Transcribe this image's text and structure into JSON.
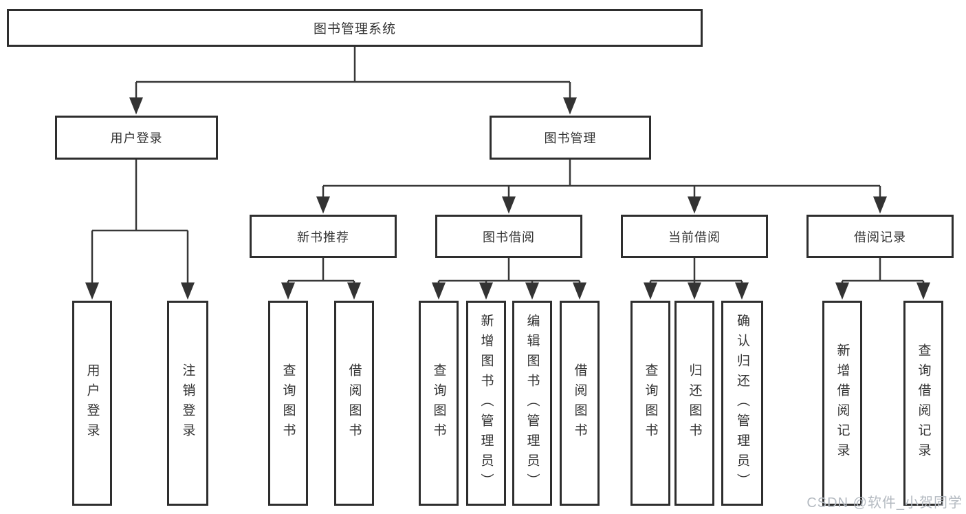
{
  "colors": {
    "background": "#ffffff",
    "box_border": "#2e2e2e",
    "connector_line": "#383838",
    "arrowhead": "#333333",
    "text": "#333333",
    "watermark_text": "#b4bac1"
  },
  "watermark": {
    "text": "CSDN @软件_小贺同学"
  },
  "tree": {
    "label": "图书管理系统",
    "children": [
      {
        "label": "用户登录",
        "children": [
          {
            "label": "用户登录"
          },
          {
            "label": "注销登录"
          }
        ]
      },
      {
        "label": "图书管理",
        "children": [
          {
            "label": "新书推荐",
            "children": [
              {
                "label": "查询图书"
              },
              {
                "label": "借阅图书"
              }
            ]
          },
          {
            "label": "图书借阅",
            "children": [
              {
                "label": "查询图书"
              },
              {
                "label": "新增图书（管理员）"
              },
              {
                "label": "编辑图书（管理员）"
              },
              {
                "label": "借阅图书"
              }
            ]
          },
          {
            "label": "当前借阅",
            "children": [
              {
                "label": "查询图书"
              },
              {
                "label": "归还图书"
              },
              {
                "label": "确认归还（管理员）"
              }
            ]
          },
          {
            "label": "借阅记录",
            "children": [
              {
                "label": "新增借阅记录"
              },
              {
                "label": "查询借阅记录"
              }
            ]
          }
        ]
      }
    ]
  }
}
